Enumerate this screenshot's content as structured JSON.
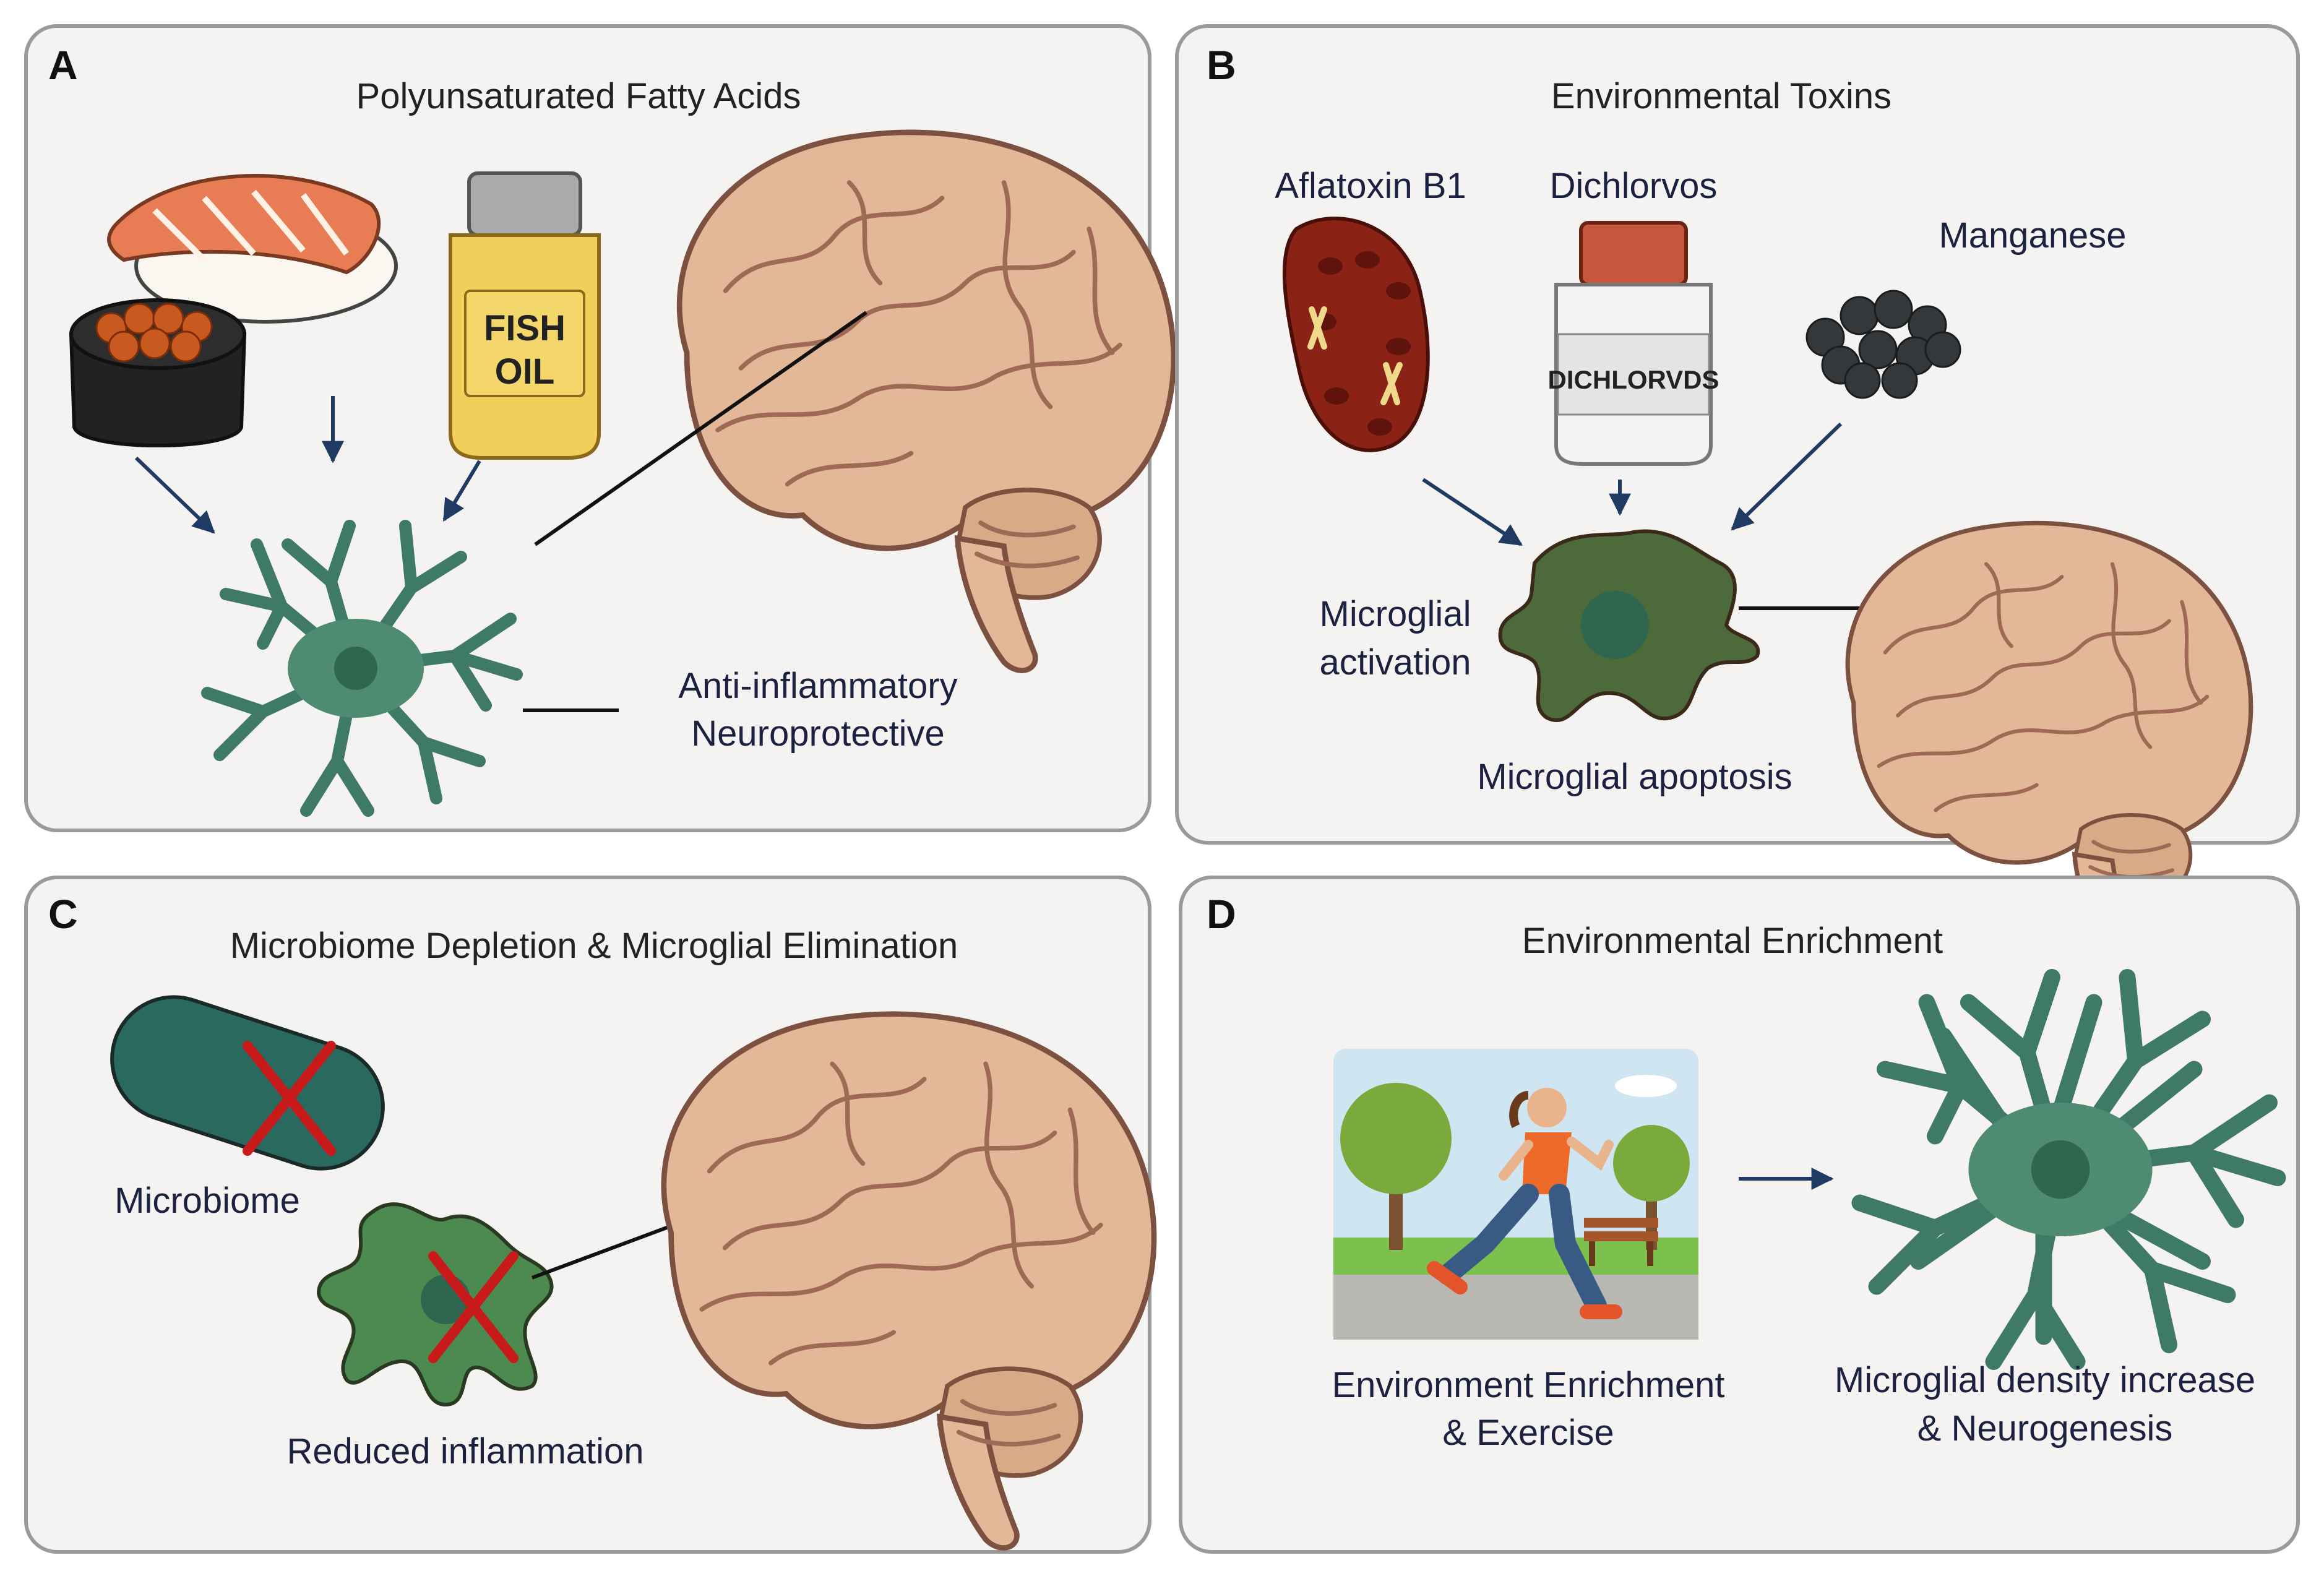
{
  "panels": [
    {
      "letter": "A",
      "title": "Polyunsaturated Fatty Acids",
      "bottle_text_1": "FISH",
      "bottle_text_2": "OIL",
      "label_1": "Anti-inflammatory",
      "label_2": "Neuroprotective"
    },
    {
      "letter": "B",
      "title": "Environmental Toxins",
      "toxin_1": "Aflatoxin B1",
      "toxin_2": "Dichlorvos",
      "toxin_3": "Manganese",
      "bottle_text": "DICHLORVDS",
      "label_activation_1": "Microglial",
      "label_activation_2": "activation",
      "label_apoptosis": "Microglial apoptosis"
    },
    {
      "letter": "C",
      "title": "Microbiome Depletion & Microglial Elimination",
      "label_microbiome": "Microbiome",
      "label_reduced": "Reduced inflammation"
    },
    {
      "letter": "D",
      "title": "Environmental Enrichment",
      "label_left_1": "Environment Enrichment",
      "label_left_2": "& Exercise",
      "label_right_1": "Microglial density increase",
      "label_right_2": "& Neurogenesis"
    }
  ],
  "colors": {
    "panel_background": "#f4f3f1",
    "arrow": "#1f3a63",
    "microglia": "#4f8a72",
    "microglia_dark": "#4d6b3a",
    "cross": "#c81a1a",
    "brain": "#e3b898"
  }
}
